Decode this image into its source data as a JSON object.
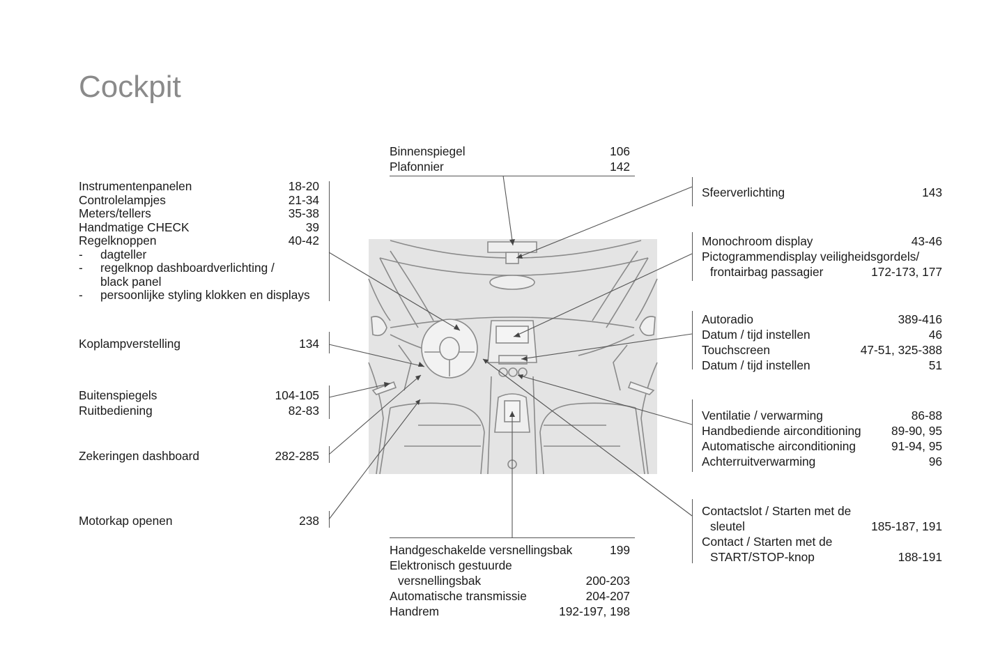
{
  "page": {
    "title": "Cockpit"
  },
  "left_groups": {
    "instruments": [
      {
        "label": "Instrumentenpanelen",
        "page": "18-20"
      },
      {
        "label": "Controlelampjes",
        "page": "21-34"
      },
      {
        "label": "Meters/tellers",
        "page": "35-38"
      },
      {
        "label": "Handmatige CHECK",
        "page": "39"
      },
      {
        "label": "Regelknoppen",
        "page": "40-42"
      },
      {
        "dash": "-",
        "label": "dagteller",
        "page": ""
      },
      {
        "dash": "-",
        "label": "regelknop dashboardverlichting /",
        "page": ""
      },
      {
        "dash": "",
        "label": "black panel",
        "page": ""
      },
      {
        "dash": "-",
        "label": "persoonlijke styling klokken en displays",
        "page": ""
      }
    ],
    "headlamp": [
      {
        "label": "Koplampverstelling",
        "page": "134"
      }
    ],
    "mirrors": [
      {
        "label": "Buitenspiegels",
        "page": "104-105"
      },
      {
        "label": "Ruitbediening",
        "page": "82-83"
      }
    ],
    "fuses": [
      {
        "label": "Zekeringen dashboard",
        "page": "282-285"
      }
    ],
    "bonnet": [
      {
        "label": "Motorkap openen",
        "page": "238"
      }
    ]
  },
  "top_group": [
    {
      "label": "Binnenspiegel",
      "page": "106"
    },
    {
      "label": "Plafonnier",
      "page": "142"
    }
  ],
  "bottom_group": [
    {
      "label": "Handgeschakelde versnellingsbak",
      "page": "199",
      "indent": false
    },
    {
      "label": "Elektronisch gestuurde",
      "page": "",
      "indent": false
    },
    {
      "label": "versnellingsbak",
      "page": "200-203",
      "indent": true
    },
    {
      "label": "Automatische transmissie",
      "page": "204-207",
      "indent": false
    },
    {
      "label": "Handrem",
      "page": "192-197, 198",
      "indent": false
    }
  ],
  "right_groups": {
    "ambient": [
      {
        "label": "Sfeerverlichting",
        "page": "143",
        "indent": false
      }
    ],
    "display": [
      {
        "label": "Monochroom display",
        "page": "43-46",
        "indent": false
      },
      {
        "label": "Pictogrammendisplay veiligheidsgordels/",
        "page": "",
        "indent": false
      },
      {
        "label": "frontairbag passagier",
        "page": "172-173, 177",
        "indent": true
      }
    ],
    "audio": [
      {
        "label": "Autoradio",
        "page": "389-416",
        "indent": false
      },
      {
        "label": "Datum / tijd instellen",
        "page": "46",
        "indent": false
      },
      {
        "label": "Touchscreen",
        "page": "47-51, 325-388",
        "indent": false
      },
      {
        "label": "Datum / tijd instellen",
        "page": "51",
        "indent": false
      }
    ],
    "climate": [
      {
        "label": "Ventilatie / verwarming",
        "page": "86-88",
        "indent": false
      },
      {
        "label": "Handbediende airconditioning",
        "page": "89-90, 95",
        "indent": false
      },
      {
        "label": "Automatische airconditioning",
        "page": "91-94, 95",
        "indent": false
      },
      {
        "label": "Achterruitverwarming",
        "page": "96",
        "indent": false
      }
    ],
    "ignition": [
      {
        "label": "Contactslot / Starten met de",
        "page": "",
        "indent": false
      },
      {
        "label": "sleutel",
        "page": "185-187, 191",
        "indent": true
      },
      {
        "label": "Contact / Starten met de",
        "page": "",
        "indent": false
      },
      {
        "label": "START/STOP-knop",
        "page": "188-191",
        "indent": true
      }
    ]
  },
  "colors": {
    "title": "#8a8a8a",
    "illustration_bg": "#e4e4e4",
    "line": "#555555"
  }
}
